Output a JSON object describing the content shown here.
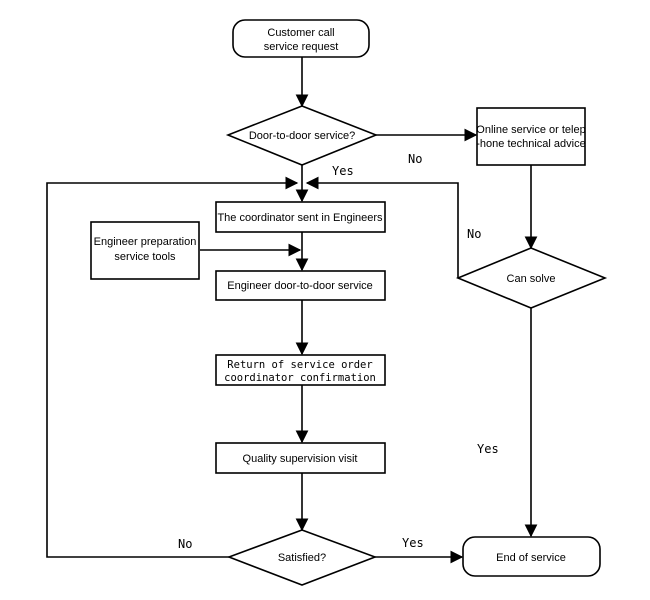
{
  "nodes": {
    "start": {
      "line1": "Customer call",
      "line2": "service request"
    },
    "door_decision": {
      "label": "Door-to-door service?"
    },
    "online_service": {
      "line1": "Online service or telep",
      "line2": "-hone technical advice"
    },
    "can_solve": {
      "label": "Can solve"
    },
    "coordinator_sent": {
      "label": "The coordinator sent in Engineers"
    },
    "engineer_prep": {
      "line1": "Engineer preparation",
      "line2": "service tools"
    },
    "engineer_door": {
      "label": "Engineer door-to-door service"
    },
    "return_order": {
      "line1": "Return of service order",
      "line2": "coordinator confirmation"
    },
    "quality_visit": {
      "label": "Quality supervision visit"
    },
    "satisfied": {
      "label": "Satisfied?"
    },
    "end": {
      "label": "End of service"
    }
  },
  "edge_labels": {
    "door_no": "No",
    "door_yes": "Yes",
    "can_solve_no": "No",
    "can_solve_yes": "Yes",
    "satisfied_no": "No",
    "satisfied_yes": "Yes"
  }
}
